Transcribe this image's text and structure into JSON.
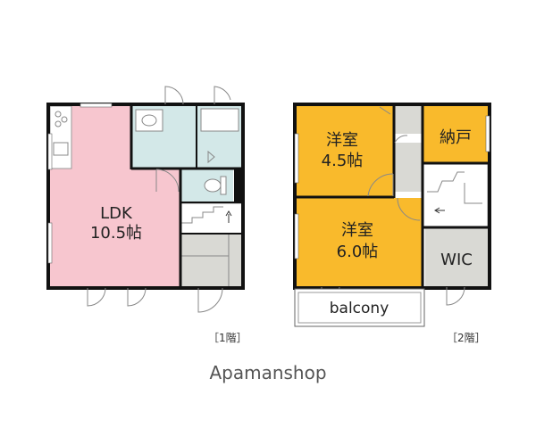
{
  "colors": {
    "ldk": "#f7c6cf",
    "bath": "#d3e8e8",
    "western": "#f9ba2c",
    "storage": "#d9d9d4",
    "wall": "#111111"
  },
  "floor1": {
    "ldk_title": "LDK",
    "ldk_size": "10.5帖",
    "floor_label": "［1階］"
  },
  "floor2": {
    "room1_title": "洋室",
    "room1_size": "4.5帖",
    "room2_title": "洋室",
    "room2_size": "6.0帖",
    "nando": "納戸",
    "wic": "WIC",
    "balcony": "balcony",
    "floor_label": "［2階］"
  },
  "brand": "Apamanshop"
}
